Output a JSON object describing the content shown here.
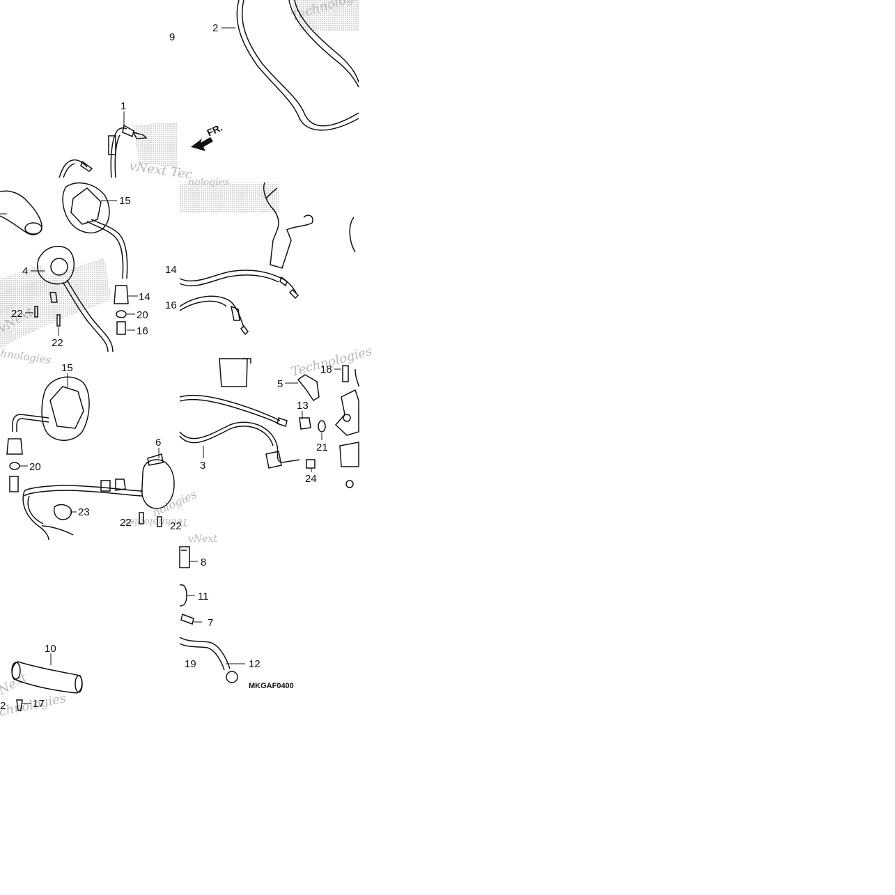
{
  "diagram": {
    "code": "MKGAF0400",
    "direction": "FR.",
    "watermarks": [
      "Technologies",
      "vNext Tec",
      "nologies",
      "Technologies",
      "vNext",
      "hnologies",
      "Technologies",
      "vNext",
      "nologies",
      "Next",
      "chnologies"
    ],
    "labels": [
      {
        "id": "l1",
        "text": "1"
      },
      {
        "id": "l2",
        "text": "2"
      },
      {
        "id": "l9",
        "text": "9"
      },
      {
        "id": "l15a",
        "text": "15"
      },
      {
        "id": "l4",
        "text": "4"
      },
      {
        "id": "l14a",
        "text": "14"
      },
      {
        "id": "l20a",
        "text": "20"
      },
      {
        "id": "l16a",
        "text": "16"
      },
      {
        "id": "l22a",
        "text": "22"
      },
      {
        "id": "l22b",
        "text": "22"
      },
      {
        "id": "l14b",
        "text": "14"
      },
      {
        "id": "l16b",
        "text": "16"
      },
      {
        "id": "l15b",
        "text": "15"
      },
      {
        "id": "l20b",
        "text": "20"
      },
      {
        "id": "l6",
        "text": "6"
      },
      {
        "id": "l23",
        "text": "23"
      },
      {
        "id": "l22c",
        "text": "22"
      },
      {
        "id": "l22d",
        "text": "22"
      },
      {
        "id": "l5",
        "text": "5"
      },
      {
        "id": "l18",
        "text": "18"
      },
      {
        "id": "l13",
        "text": "13"
      },
      {
        "id": "l21",
        "text": "21"
      },
      {
        "id": "l3",
        "text": "3"
      },
      {
        "id": "l24",
        "text": "24"
      },
      {
        "id": "l8",
        "text": "8"
      },
      {
        "id": "l11",
        "text": "11"
      },
      {
        "id": "l7",
        "text": "7"
      },
      {
        "id": "l19",
        "text": "19"
      },
      {
        "id": "l12",
        "text": "12"
      },
      {
        "id": "l10",
        "text": "10"
      },
      {
        "id": "l17",
        "text": "17"
      },
      {
        "id": "l2b",
        "text": "2"
      }
    ]
  }
}
